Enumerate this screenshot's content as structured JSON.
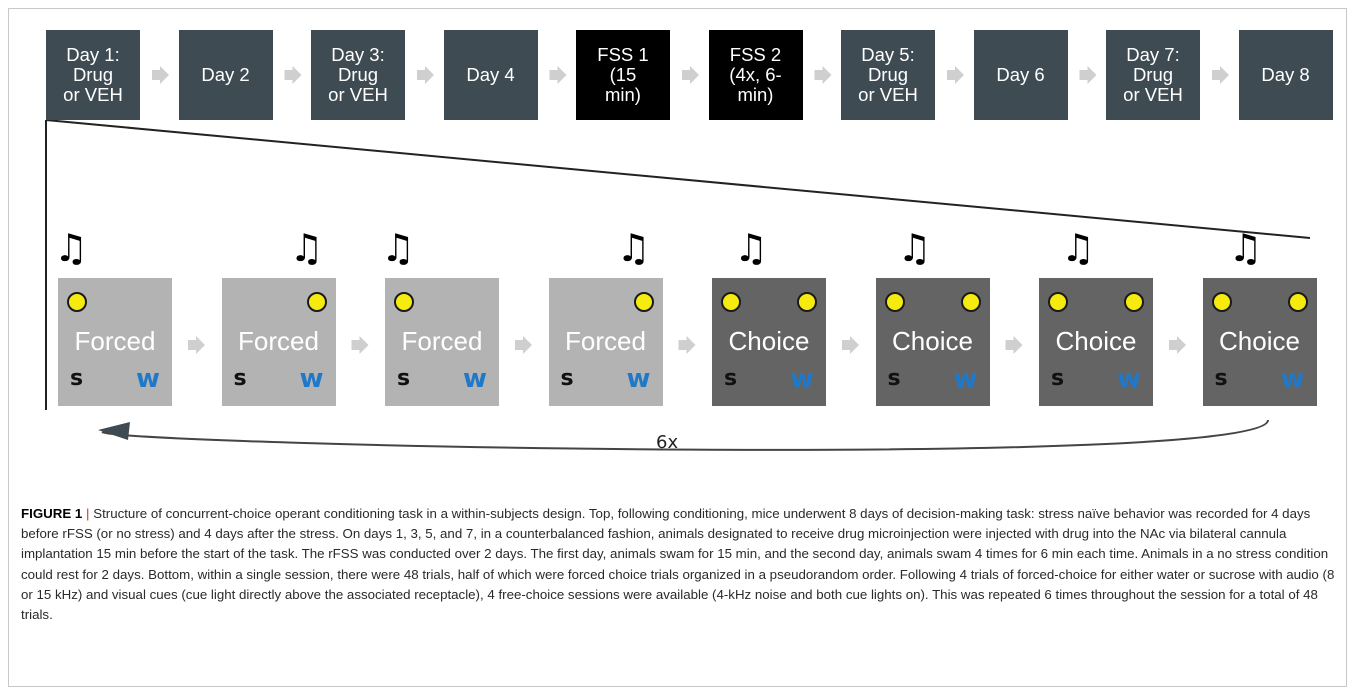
{
  "timeline": {
    "days": [
      {
        "label": "Day 1:\nDrug\nor VEH",
        "type": "day"
      },
      {
        "label": "Day 2",
        "type": "day"
      },
      {
        "label": "Day 3:\nDrug\nor VEH",
        "type": "day"
      },
      {
        "label": "Day 4",
        "type": "day"
      },
      {
        "label": "FSS 1\n(15\nmin)",
        "type": "fss"
      },
      {
        "label": "FSS 2\n(4x, 6-\nmin)",
        "type": "fss"
      },
      {
        "label": "Day 5:\nDrug\nor VEH",
        "type": "day"
      },
      {
        "label": "Day 6",
        "type": "day"
      },
      {
        "label": "Day 7:\nDrug\nor VEH",
        "type": "day"
      },
      {
        "label": "Day 8",
        "type": "day"
      }
    ]
  },
  "session": {
    "trials": [
      {
        "label": "Forced",
        "type": "forced",
        "lights": "left"
      },
      {
        "label": "Forced",
        "type": "forced",
        "lights": "right"
      },
      {
        "label": "Forced",
        "type": "forced",
        "lights": "left"
      },
      {
        "label": "Forced",
        "type": "forced",
        "lights": "right"
      },
      {
        "label": "Choice",
        "type": "choice",
        "lights": "both"
      },
      {
        "label": "Choice",
        "type": "choice",
        "lights": "both"
      },
      {
        "label": "Choice",
        "type": "choice",
        "lights": "both"
      },
      {
        "label": "Choice",
        "type": "choice",
        "lights": "both"
      }
    ],
    "left_lever": "S",
    "right_lever": "W",
    "repeat_label": "6x"
  },
  "colors": {
    "day_box": "#3e4b53",
    "fss_box": "#000000",
    "forced_box": "#b3b3b3",
    "choice_box": "#646464",
    "cue_light": "#f5eb0f",
    "water_letter": "#1f78c8",
    "arrow": "#cfcfcf"
  },
  "caption": {
    "label": "FIGURE 1",
    "separator": "|",
    "text": "Structure of concurrent-choice operant conditioning task in a within-subjects design. Top, following conditioning, mice underwent 8 days of decision-making task: stress naïve behavior was recorded for 4 days before rFSS (or no stress) and 4 days after the stress. On days 1, 3, 5, and 7, in a counterbalanced fashion, animals designated to receive drug microinjection were injected with drug into the NAc via bilateral cannula implantation 15 min before the start of the task. The rFSS was conducted over 2 days. The first day, animals swam for 15 min, and the second day, animals swam 4 times for 6 min each time. Animals in a no stress condition could rest for 2 days. Bottom, within a single session, there were 48 trials, half of which were forced choice trials organized in a pseudorandom order. Following 4 trials of forced-choice for either water or sucrose with audio (8 or 15 kHz) and visual cues (cue light directly above the associated receptacle), 4 free-choice sessions were available (4-kHz noise and both cue lights on). This was repeated 6 times throughout the session for a total of 48 trials."
  }
}
